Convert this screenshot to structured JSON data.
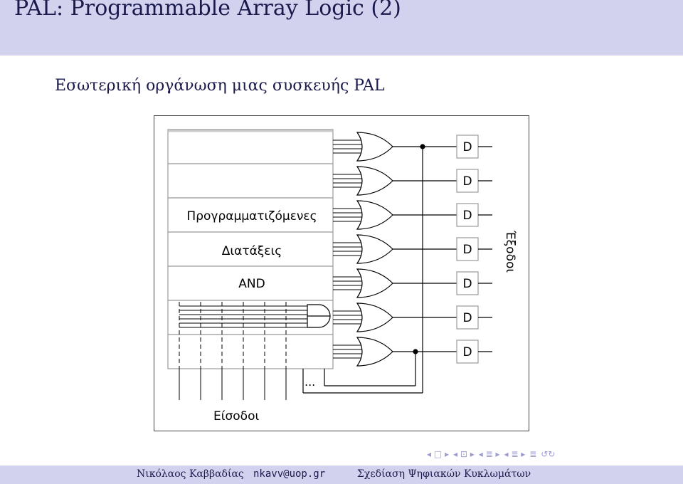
{
  "slide": {
    "title": "PAL: Programmable Array Logic (2)",
    "subtitle": "Εσωτερική οργάνωση μιας συσκευής PAL"
  },
  "diagram": {
    "and_array_lines": [
      "Προγραμματιζόμενες",
      "Διατάξεις",
      "AND"
    ],
    "ff_label": "D",
    "outputs_label": "Έξοδοι",
    "inputs_label": "Είσοδοι",
    "ellipsis": "...",
    "gate_count": 7,
    "colors": {
      "line": "#000000",
      "box_border": "#999999",
      "fill": "#ffffff"
    }
  },
  "footer": {
    "author": "Νικόλαος Καββαδίας",
    "email": "nkavv@uop.gr",
    "course": "Σχεδίαση Ψηφιακών Κυκλωμάτων"
  },
  "nav": {
    "icons": [
      "◂ □ ▸",
      "◂ ⊡ ▸",
      "◂ ≣ ▸",
      "◂ ≣ ▸",
      "≣",
      "↺↻"
    ],
    "colors": {
      "nav": "#9a9ad0",
      "band": "#d2d2ee",
      "text": "#1a1a4d"
    }
  }
}
